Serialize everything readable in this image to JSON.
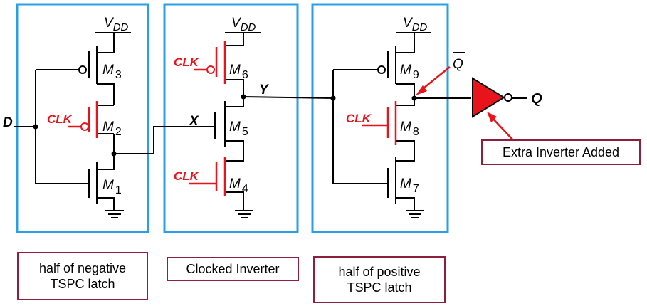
{
  "labels": {
    "vdd_v": "V",
    "vdd_sub": "DD",
    "clk": "CLK",
    "d_in": "D",
    "x_node": "X",
    "y_node": "Y",
    "qbar": "Q",
    "q_out": "Q",
    "m_prefix": "M",
    "m_nums": [
      "1",
      "2",
      "3",
      "4",
      "5",
      "6",
      "7",
      "8",
      "9"
    ]
  },
  "captions": {
    "stage1": "half of negative TSPC latch",
    "stage2": "Clocked Inverter",
    "stage3": "half of positive TSPC latch",
    "inverter": "Extra Inverter Added"
  },
  "colors": {
    "box_border": "#2b9fe6",
    "clock": "#e8141b",
    "caption_border": "#8c1f3c",
    "wire": "#000000"
  }
}
